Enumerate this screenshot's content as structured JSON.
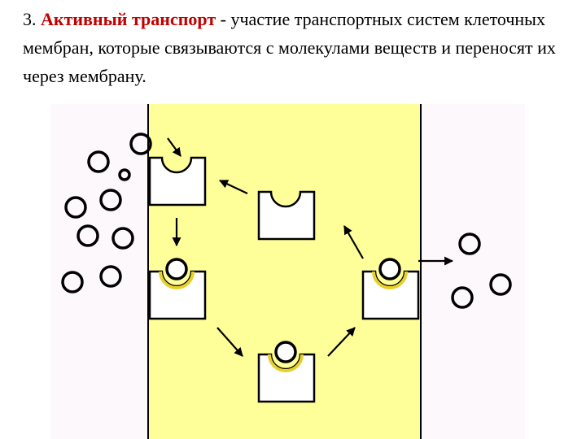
{
  "caption": {
    "number": "3.",
    "term": "Активный транспорт",
    "rest": " - участие транспортных систем клеточных мембран, которые связываются с молекулами веществ и переносят их через мембрану."
  },
  "colors": {
    "membrane": "#ffff99",
    "background_panel": "#fdf8fb",
    "line": "#000000",
    "term": "#c00000"
  }
}
